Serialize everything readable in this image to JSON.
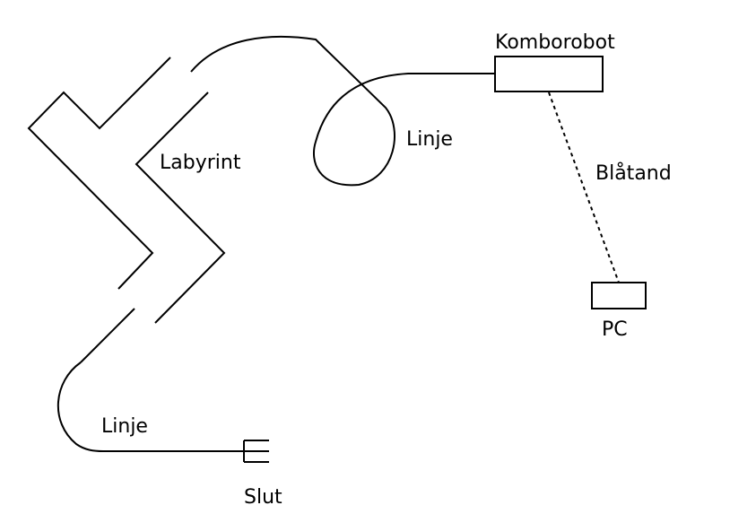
{
  "labels": {
    "komborobot": "Komborobot",
    "linje_top": "Linje",
    "labyrint": "Labyrint",
    "blatand": "Blåtand",
    "pc": "PC",
    "linje_bottom": "Linje",
    "slut": "Slut"
  },
  "colors": {
    "line": "#000000",
    "background": "#ffffff"
  }
}
